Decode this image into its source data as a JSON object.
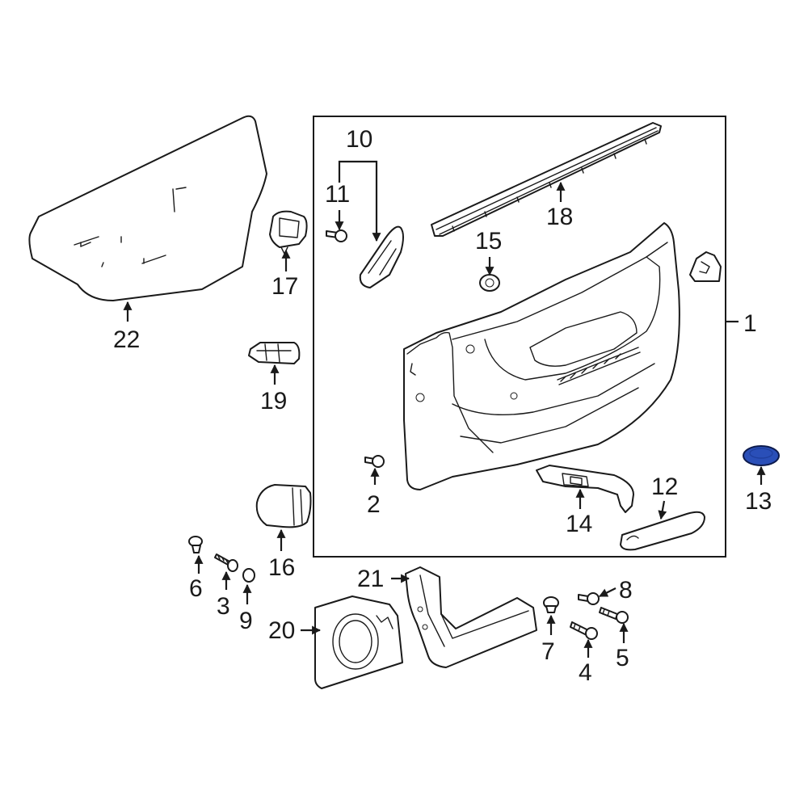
{
  "diagram": {
    "highlight_color": "#1f3f9e",
    "highlight_fill": "#2a4fb8",
    "callouts": [
      {
        "id": "1",
        "label": "1"
      },
      {
        "id": "2",
        "label": "2"
      },
      {
        "id": "3",
        "label": "3"
      },
      {
        "id": "4",
        "label": "4"
      },
      {
        "id": "5",
        "label": "5"
      },
      {
        "id": "6",
        "label": "6"
      },
      {
        "id": "7",
        "label": "7"
      },
      {
        "id": "8",
        "label": "8"
      },
      {
        "id": "9",
        "label": "9"
      },
      {
        "id": "10",
        "label": "10"
      },
      {
        "id": "11",
        "label": "11"
      },
      {
        "id": "12",
        "label": "12"
      },
      {
        "id": "13",
        "label": "13"
      },
      {
        "id": "14",
        "label": "14"
      },
      {
        "id": "15",
        "label": "15"
      },
      {
        "id": "16",
        "label": "16"
      },
      {
        "id": "17",
        "label": "17"
      },
      {
        "id": "18",
        "label": "18"
      },
      {
        "id": "19",
        "label": "19"
      },
      {
        "id": "20",
        "label": "20"
      },
      {
        "id": "21",
        "label": "21"
      },
      {
        "id": "22",
        "label": "22"
      }
    ]
  }
}
